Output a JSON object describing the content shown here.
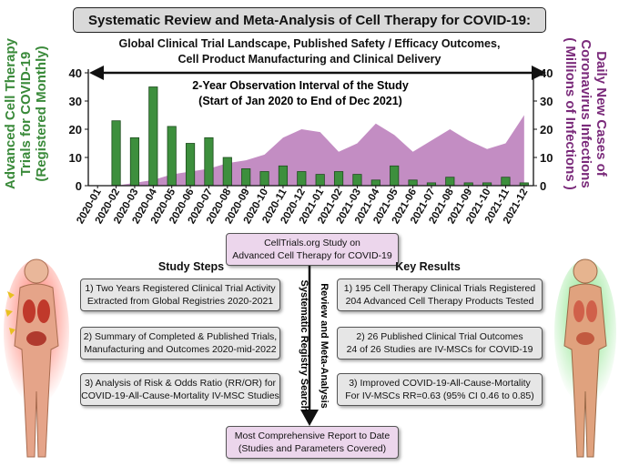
{
  "title": "Systematic Review and Meta-Analysis of Cell Therapy for COVID-19:",
  "subtitle_lines": [
    "Global Clinical Trial Landscape, Published Safety / Efficacy Outcomes,",
    "Cell Product Manufacturing and Clinical Delivery"
  ],
  "observation_lines": [
    "2-Year Observation Interval of the Study",
    "(Start of Jan 2020 to End of Dec 2021)"
  ],
  "left_axis_lines": [
    "Advanced Cell Therapy",
    "Trials for COVID-19",
    "(Registered Monthly)"
  ],
  "right_axis_lines": [
    "Daily New Cases of",
    "Coronavirus Infections",
    "( Millions of Infections )"
  ],
  "colors": {
    "bar": "#3d8f3d",
    "area": "#b879b8",
    "left_axis": "#3a8a3a",
    "right_axis": "#7a2a7a",
    "box_purple": "#ecd6ec"
  },
  "chart_data": {
    "type": "bar",
    "categories": [
      "2020-01",
      "2020-02",
      "2020-03",
      "2020-04",
      "2020-05",
      "2020-06",
      "2020-07",
      "2020-08",
      "2020-09",
      "2020-10",
      "2020-11",
      "2020-12",
      "2021-01",
      "2021-02",
      "2021-03",
      "2021-04",
      "2021-05",
      "2021-06",
      "2021-07",
      "2021-08",
      "2021-09",
      "2021-10",
      "2021-11",
      "2021-12"
    ],
    "series": [
      {
        "name": "Advanced Cell Therapy Trials for COVID-19 (Registered Monthly)",
        "type": "bar",
        "axis": "left",
        "values": [
          0,
          23,
          17,
          35,
          21,
          15,
          17,
          10,
          6,
          5,
          7,
          5,
          4,
          5,
          4,
          2,
          7,
          2,
          1,
          3,
          1,
          1,
          3,
          1
        ]
      },
      {
        "name": "Daily New Cases of Coronavirus Infections (Millions of Infections)",
        "type": "area",
        "axis": "right",
        "values": [
          0,
          0,
          1,
          2,
          4,
          5,
          6,
          8,
          9,
          11,
          17,
          20,
          19,
          12,
          15,
          22,
          18,
          12,
          16,
          20,
          16,
          13,
          15,
          25
        ]
      }
    ],
    "ylim": [
      0,
      40
    ],
    "y2lim": [
      0,
      40
    ],
    "yticks": [
      0,
      10,
      20,
      30,
      40
    ],
    "grid": false
  },
  "center_top_box": [
    "CellTrials.org Study on",
    "Advanced Cell Therapy for COVID-19"
  ],
  "study_steps": {
    "header": "Study Steps",
    "items": [
      [
        "1) Two Years Registered Clinical Trial Activity",
        "Extracted from Global Registries 2020-2021"
      ],
      [
        "2) Summary of Completed & Published Trials,",
        "Manufacturing and Outcomes 2020-mid-2022"
      ],
      [
        "3) Analysis of Risk & Odds Ratio (RR/OR) for",
        "COVID-19-All-Cause-Mortality IV-MSC Studies"
      ]
    ]
  },
  "key_results": {
    "header": "Key Results",
    "items": [
      [
        "1) 195 Cell Therapy Clinical Trials Registered",
        "204 Advanced Cell Therapy Products Tested"
      ],
      [
        "2) 26 Published Clinical Trial Outcomes",
        "24 of 26 Studies are IV-MSCs for COVID-19"
      ],
      [
        "3) Improved COVID-19-All-Cause-Mortality",
        "For IV-MSCs RR=0.63 (95% CI 0.46 to 0.85)"
      ]
    ]
  },
  "vertical_labels": [
    "Systematic Registry Search",
    "Review and Meta-Analysis"
  ],
  "bottom_box": [
    "Most Comprehensive Report to Date",
    "(Studies and Parameters Covered)"
  ]
}
